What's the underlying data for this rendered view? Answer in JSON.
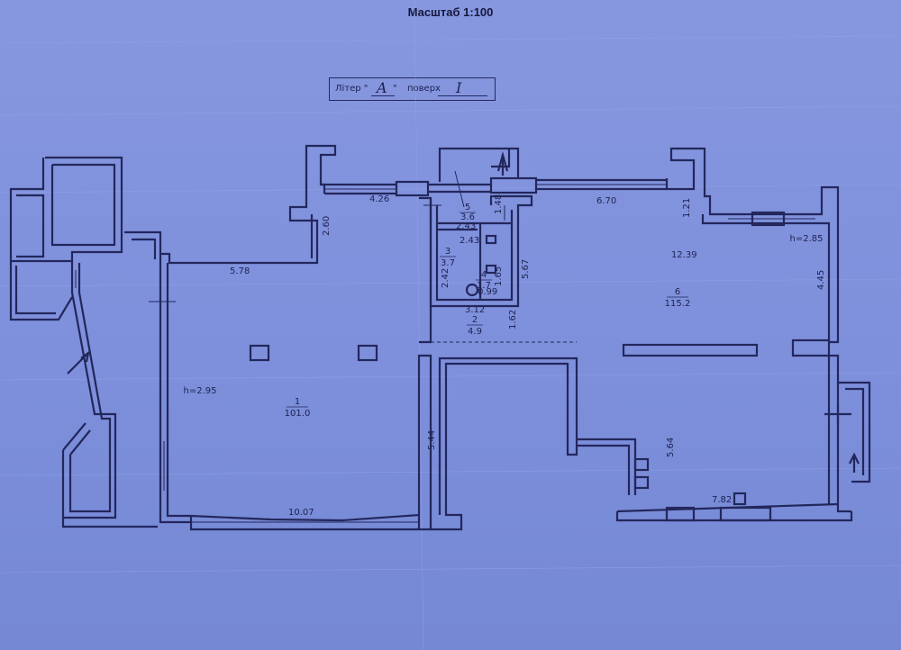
{
  "sheet": {
    "scale_title": "Масштаб 1:100",
    "liter_prefix": "Літер \"",
    "liter_value": "A",
    "liter_suffix": "\"",
    "floor_word": "поверх",
    "floor_value": "I"
  },
  "rooms": {
    "r1": {
      "num": "1",
      "area": "101.0"
    },
    "r2": {
      "num": "2",
      "area": "4.9"
    },
    "r3": {
      "num": "3",
      "area": "3.7"
    },
    "r4": {
      "num": "4",
      "area": "1.7"
    },
    "r5": {
      "num": "5",
      "area": "3.6"
    },
    "r6": {
      "num": "6",
      "area": "115.2"
    }
  },
  "heights": {
    "left": "h=2.95",
    "right": "h=2.85"
  },
  "dims": {
    "d426": "4.26",
    "d260": "2.60",
    "d578": "5.78",
    "d670": "6.70",
    "d121": "1.21",
    "d1239": "12.39",
    "d445": "4.45",
    "d148": "1.48",
    "d243a": "2.43",
    "d243b": "2.43",
    "d567": "5.67",
    "d242": "2.42",
    "d165": "1.65",
    "d099": "0.99",
    "d312": "3.12",
    "d162": "1.62",
    "d544": "5.44",
    "d1007": "10.07",
    "d564": "5.64",
    "d782": "7.82"
  }
}
